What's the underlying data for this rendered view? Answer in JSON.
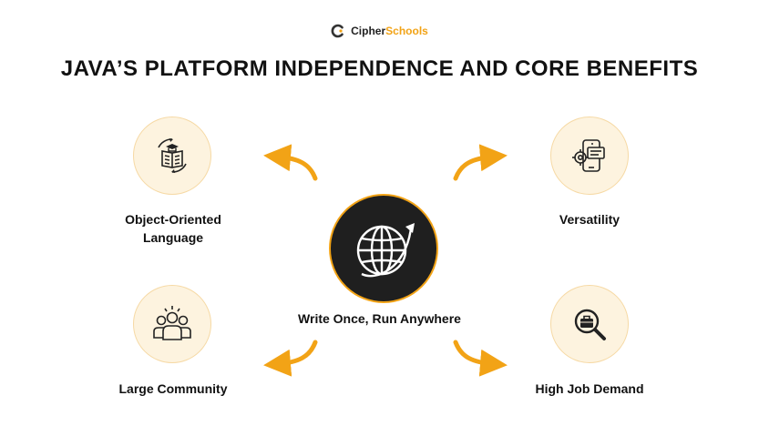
{
  "brand": {
    "name_part1": "Cipher",
    "name_part2": "Schools",
    "logo_icon": "c-logo-icon"
  },
  "title": "JAVA’S PLATFORM INDEPENDENCE AND CORE BENEFITS",
  "center": {
    "label": "Write Once, Run Anywhere",
    "icon": "globe-icon"
  },
  "benefits": [
    {
      "line1": "Object-Oriented",
      "line2": "Language",
      "icon": "book-graduation-icon"
    },
    {
      "line1": "Versatility",
      "icon": "mobile-gear-icon"
    },
    {
      "line1": "Large Community",
      "icon": "people-group-icon"
    },
    {
      "line1": "High Job Demand",
      "icon": "briefcase-search-icon"
    }
  ],
  "colors": {
    "accent": "#f2a316",
    "node_fill": "#fdf3df",
    "center_fill": "#1f1f1f",
    "text": "#111111"
  }
}
